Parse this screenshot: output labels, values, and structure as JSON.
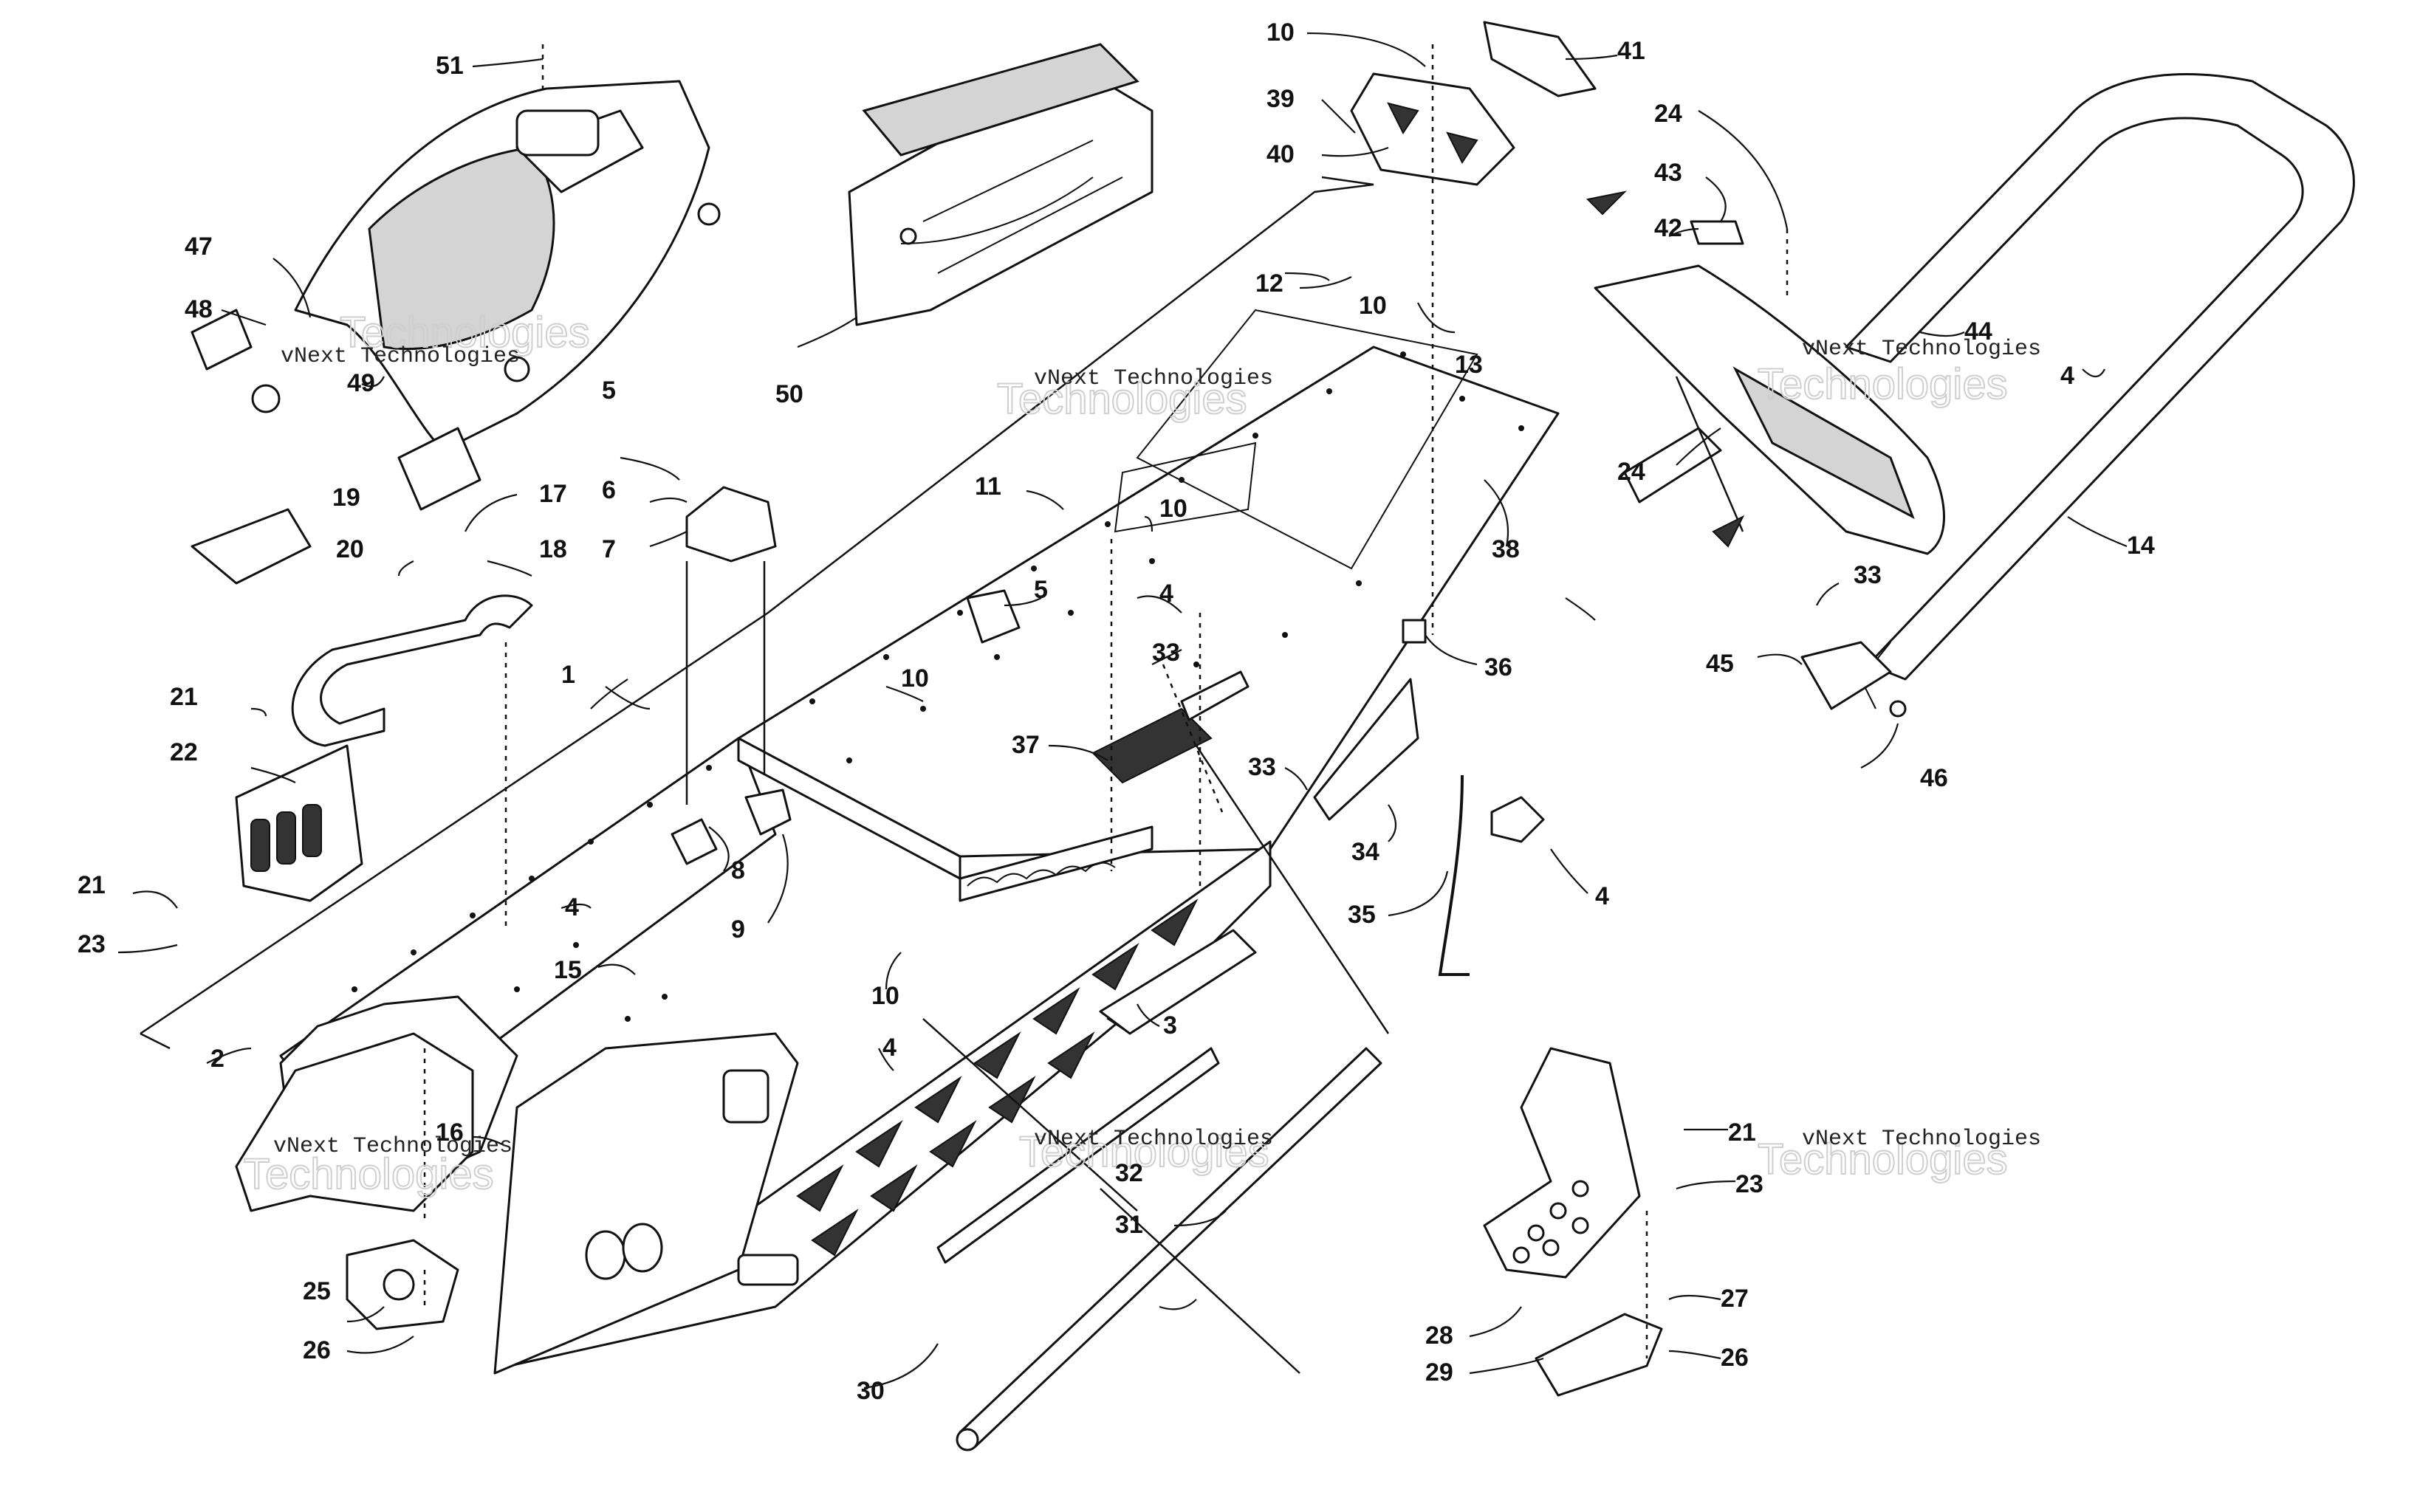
{
  "diagram": {
    "watermark": {
      "brand": "vNext",
      "text_small": "vNext Technologies",
      "text_big": "Technologies"
    },
    "callouts": {
      "c1": "1",
      "c2": "2",
      "c3": "3",
      "c4a": "4",
      "c4b": "4",
      "c4c": "4",
      "c4d": "4",
      "c4e": "4",
      "c5a": "5",
      "c5b": "5",
      "c6": "6",
      "c7": "7",
      "c8": "8",
      "c9": "9",
      "c10a": "10",
      "c10b": "10",
      "c10c": "10",
      "c10d": "10",
      "c10e": "10",
      "c11": "11",
      "c12": "12",
      "c13": "13",
      "c14": "14",
      "c15": "15",
      "c16": "16",
      "c17": "17",
      "c18": "18",
      "c19": "19",
      "c20": "20",
      "c21a": "21",
      "c21b": "21",
      "c21c": "21",
      "c22": "22",
      "c23a": "23",
      "c23b": "23",
      "c24a": "24",
      "c24b": "24",
      "c25": "25",
      "c26a": "26",
      "c26b": "26",
      "c27": "27",
      "c28": "28",
      "c29": "29",
      "c30": "30",
      "c31": "31",
      "c32": "32",
      "c33a": "33",
      "c33b": "33",
      "c33c": "33",
      "c34": "34",
      "c35": "35",
      "c36": "36",
      "c37": "37",
      "c38": "38",
      "c39": "39",
      "c40": "40",
      "c41": "41",
      "c42": "42",
      "c43": "43",
      "c44": "44",
      "c45": "45",
      "c46": "46",
      "c47": "47",
      "c48": "48",
      "c49": "49",
      "c50": "50",
      "c51": "51"
    },
    "colors": {
      "line": "#111111",
      "fill": "#ffffff",
      "shade": "#d4d4d4",
      "watermark": "#cfcfcf"
    }
  }
}
